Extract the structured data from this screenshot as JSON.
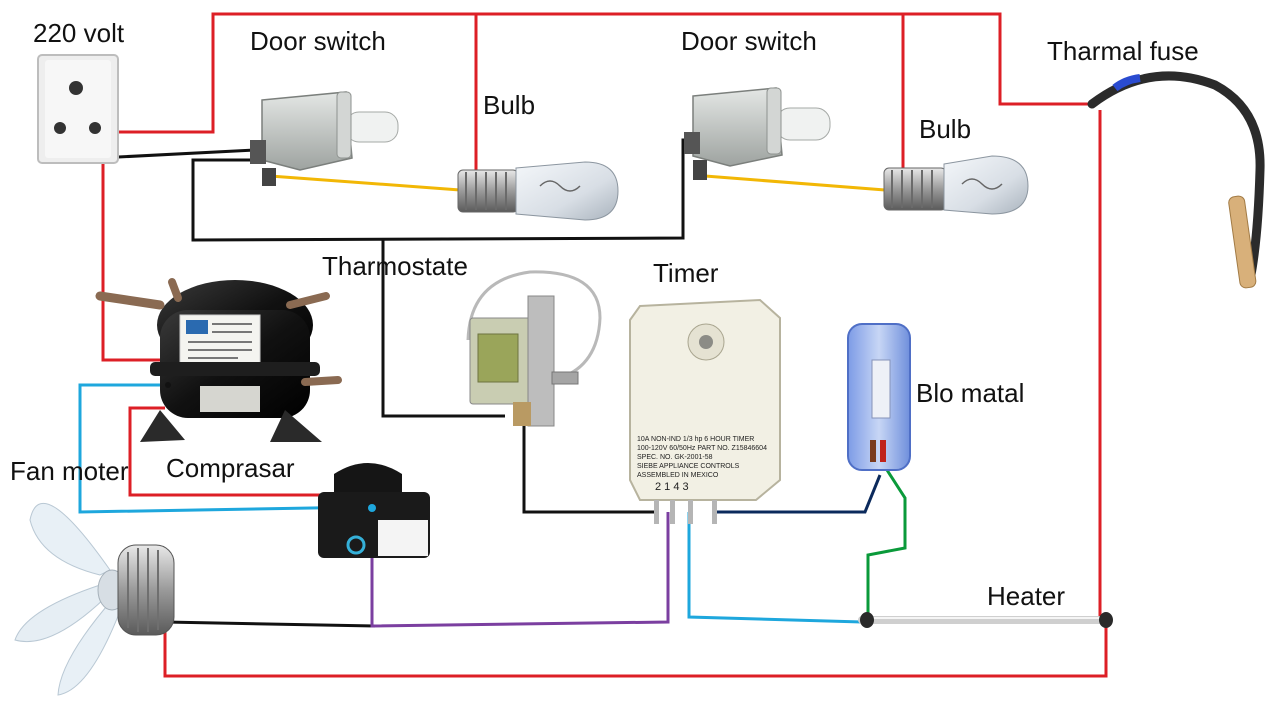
{
  "labels": {
    "volt": "220 volt",
    "door_switch_1": "Door switch",
    "door_switch_2": "Door switch",
    "bulb_1": "Bulb",
    "bulb_2": "Bulb",
    "thermal_fuse": "Tharmal fuse",
    "thermostat": "Tharmostate",
    "timer": "Timer",
    "bimetal": "Blo matal",
    "fan_motor": "Fan moter",
    "compressor": "Comprasar",
    "heater": "Heater"
  },
  "timer_plate": {
    "line1": "10A NON-IND 1/3 hp  6 HOUR TIMER",
    "line2": "100-120V 60/50Hz  PART NO. Z15846604",
    "line3": "SPEC. NO. GK-2001-58",
    "line4": "SIEBE APPLIANCE CONTROLS",
    "line5": "ASSEMBLED IN MEXICO",
    "terminals": "2   1   4   3"
  },
  "wire_colors": {
    "live": "#dd1f26",
    "neutral": "#111111",
    "lamp": "#f2b705",
    "fan": "#1ea7dd",
    "relay": "#7b3fa0",
    "bimetal": "#0a9a3a",
    "timer_out": "#0b2a5c"
  }
}
